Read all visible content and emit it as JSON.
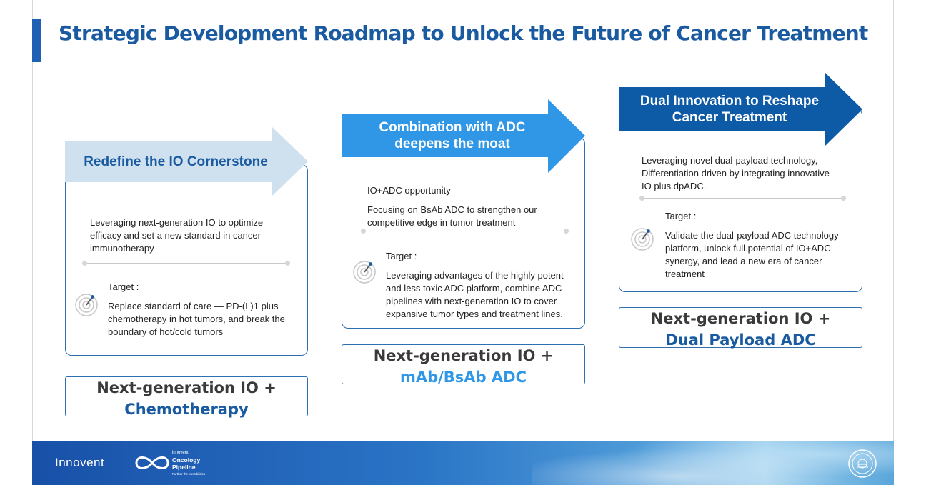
{
  "title": "Strategic Development Roadmap to Unlock the Future of Cancer Treatment",
  "stages": [
    {
      "heading": "Redefine the IO Cornerstone",
      "description": "Leveraging next-generation IO to optimize efficacy and set a new standard in cancer immunotherapy",
      "target_label": "Target :",
      "target_text": "Replace standard of care — PD-(L)1 plus chemotherapy in hot tumors, and break the boundary of hot/cold tumors",
      "bottom_line1": "Next-generation IO +",
      "bottom_line2": "Chemotherapy",
      "arrow_color": "#cfe0ef",
      "heading_color": "#1a5aa0",
      "bottom_color": "#1a5aa0"
    },
    {
      "heading_line1": "Combination with ADC",
      "heading_line2": "deepens the moat",
      "sub_label": "IO+ADC opportunity",
      "description": "Focusing on BsAb ADC to strengthen our competitive edge in tumor treatment",
      "target_label": "Target :",
      "target_text": "Leveraging advantages of the highly potent and less toxic ADC platform, combine ADC pipelines with next-generation IO to cover expansive tumor types and treatment lines.",
      "bottom_line1": "Next-generation IO +",
      "bottom_line2": "mAb/BsAb ADC",
      "arrow_color": "#2f97e6",
      "heading_color": "#ffffff",
      "bottom_color": "#2f97e6"
    },
    {
      "heading_line1": "Dual Innovation to Reshape",
      "heading_line2": "Cancer Treatment",
      "description": "Leveraging novel dual-payload technology, Differentiation driven by integrating innovative IO plus dpADC.",
      "target_label": "Target :",
      "target_text": "Validate the dual-payload ADC technology platform, unlock full potential of IO+ADC synergy, and lead a new era of cancer treatment",
      "bottom_line1": "Next-generation IO +",
      "bottom_line2": "Dual Payload ADC",
      "arrow_color": "#0d5aa7",
      "heading_color": "#ffffff",
      "bottom_color": "#1a5aa0"
    }
  ],
  "footer": {
    "brand": "Innovent",
    "pipeline_small": "innovent",
    "pipeline_line1": "Oncology",
    "pipeline_line2": "Pipeline",
    "pipeline_tagline": "Further the possibilities"
  },
  "icons": {
    "target": "target-icon",
    "seal": "seal-icon",
    "logo": "infinity-logo-icon"
  }
}
